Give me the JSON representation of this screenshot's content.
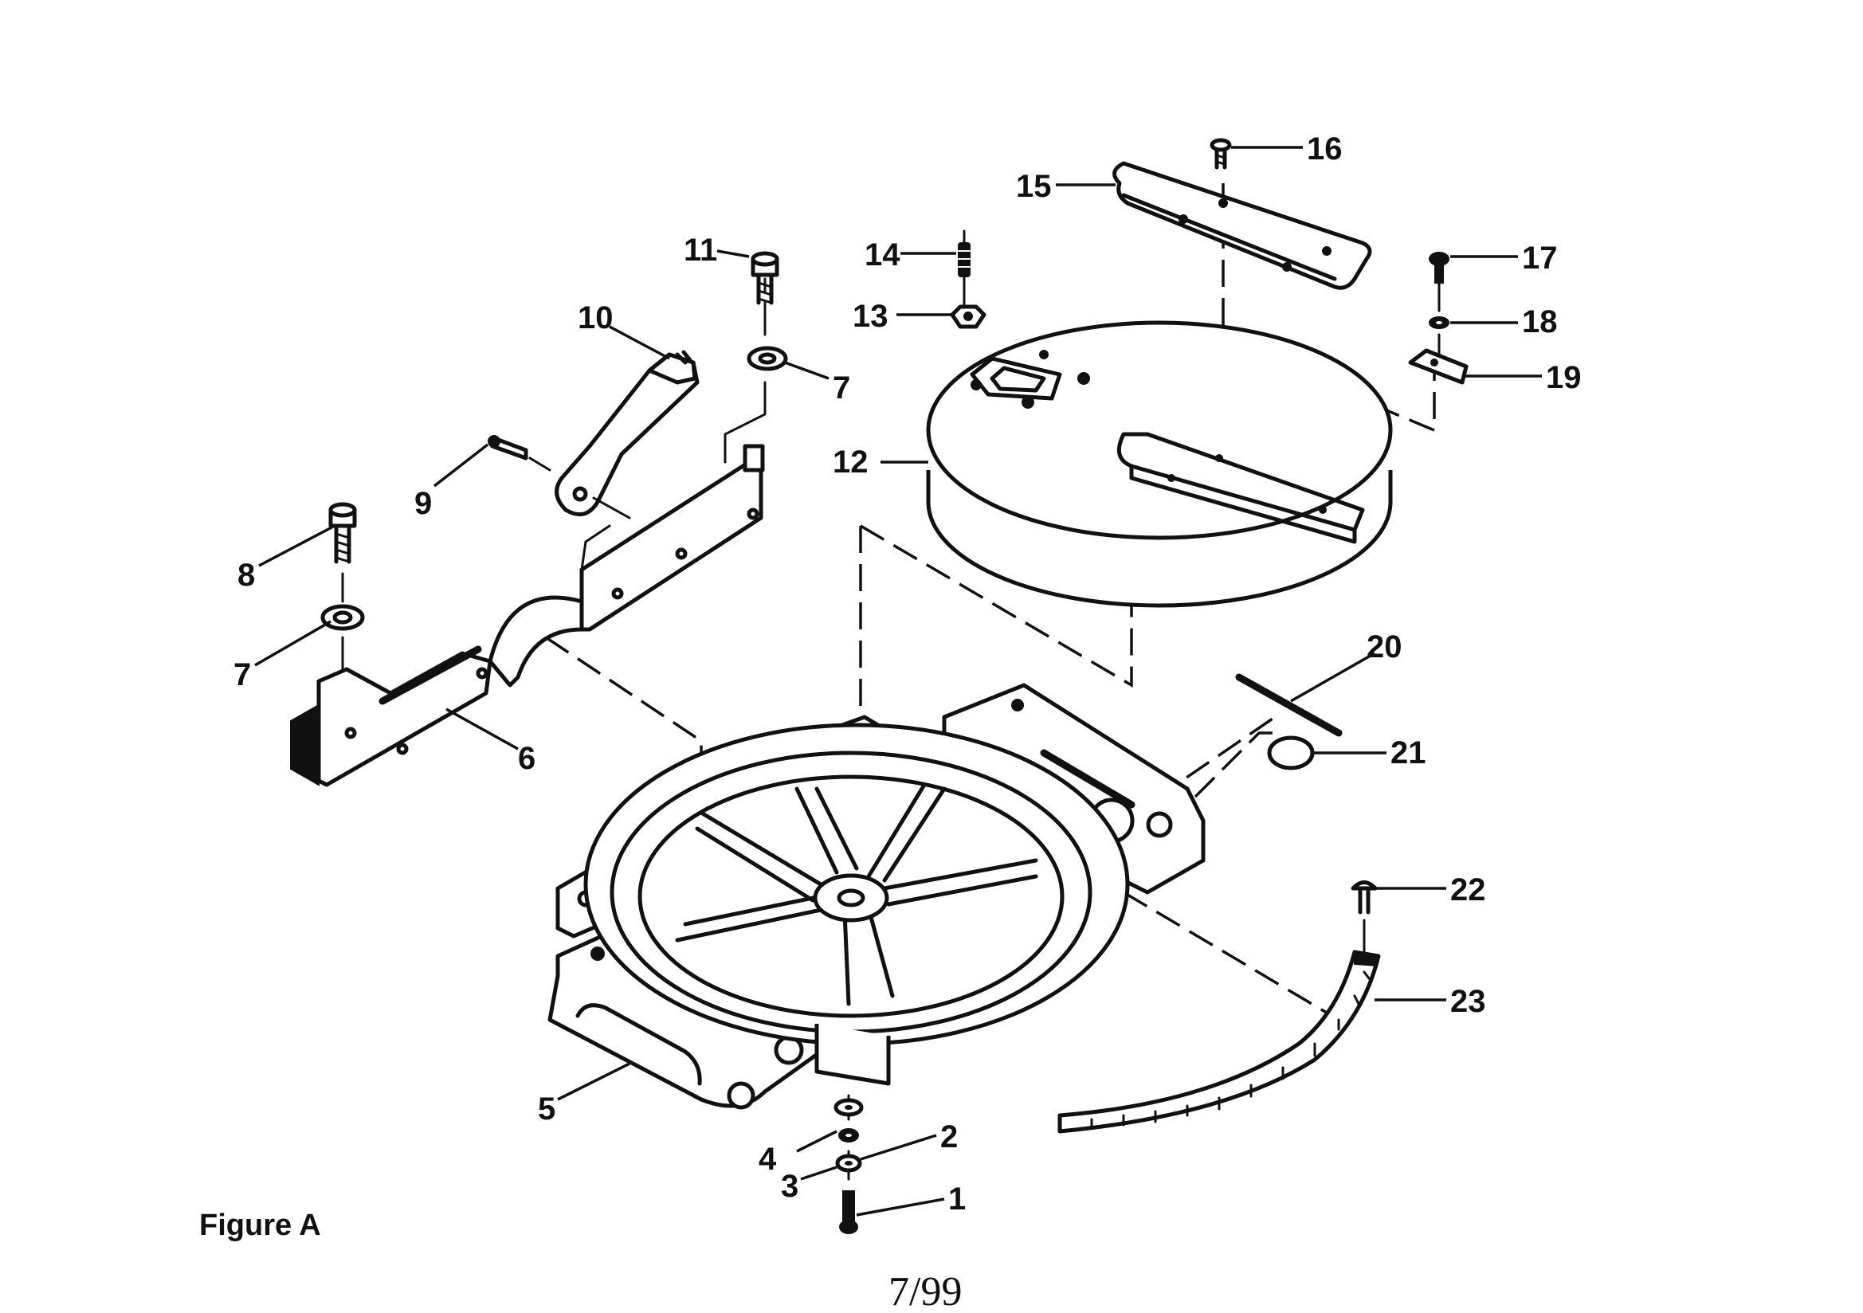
{
  "figure": {
    "caption": "Figure A",
    "page_number": "7/99"
  },
  "callouts": [
    {
      "id": "1",
      "label": "1"
    },
    {
      "id": "2",
      "label": "2"
    },
    {
      "id": "3",
      "label": "3"
    },
    {
      "id": "4",
      "label": "4"
    },
    {
      "id": "5",
      "label": "5"
    },
    {
      "id": "6",
      "label": "6"
    },
    {
      "id": "7a",
      "label": "7"
    },
    {
      "id": "7b",
      "label": "7"
    },
    {
      "id": "8",
      "label": "8"
    },
    {
      "id": "9",
      "label": "9"
    },
    {
      "id": "10",
      "label": "10"
    },
    {
      "id": "11",
      "label": "11"
    },
    {
      "id": "12",
      "label": "12"
    },
    {
      "id": "13",
      "label": "13"
    },
    {
      "id": "14",
      "label": "14"
    },
    {
      "id": "15",
      "label": "15"
    },
    {
      "id": "16",
      "label": "16"
    },
    {
      "id": "17",
      "label": "17"
    },
    {
      "id": "18",
      "label": "18"
    },
    {
      "id": "19",
      "label": "19"
    },
    {
      "id": "20",
      "label": "20"
    },
    {
      "id": "21",
      "label": "21"
    },
    {
      "id": "22",
      "label": "22"
    },
    {
      "id": "23",
      "label": "23"
    }
  ],
  "parts": {
    "p1": "bolt-icon",
    "p2": "washer-icon",
    "p3": "washer-icon",
    "p4": "lock-washer-icon",
    "p5": "base-icon",
    "p6": "fence-icon",
    "p7": "washer-icon",
    "p8": "socket-screw-icon",
    "p9": "pin-icon",
    "p10": "clamp-lever-icon",
    "p11": "socket-screw-icon",
    "p12": "turntable-icon",
    "p13": "hex-nut-icon",
    "p14": "set-screw-icon",
    "p15": "table-insert-icon",
    "p16": "flat-screw-icon",
    "p17": "pan-screw-icon",
    "p18": "washer-icon",
    "p19": "indicator-icon",
    "p20": "label-strip-icon",
    "p21": "plug-icon",
    "p22": "screw-icon",
    "p23": "miter-scale-icon"
  }
}
